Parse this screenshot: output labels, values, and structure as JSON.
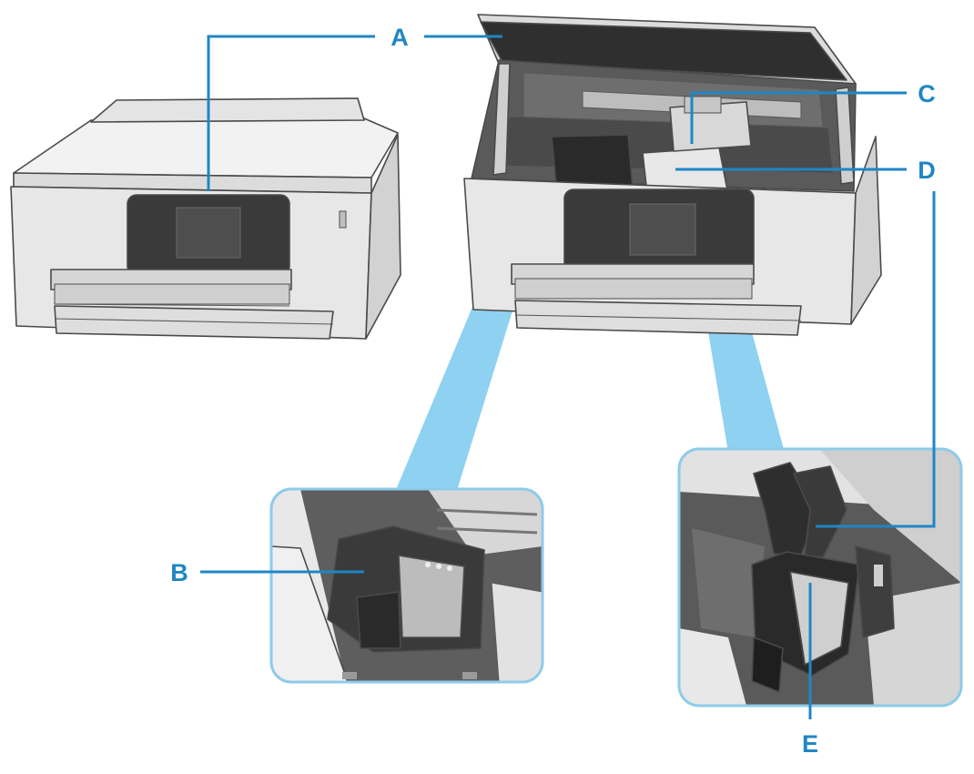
{
  "figure": {
    "callouts": [
      {
        "id": "A",
        "label": "A"
      },
      {
        "id": "B",
        "label": "B"
      },
      {
        "id": "C",
        "label": "C"
      },
      {
        "id": "D",
        "label": "D"
      },
      {
        "id": "E",
        "label": "E"
      }
    ],
    "colors": {
      "callout": "#1f86c5",
      "zoom_beam": "#8fd1f0",
      "inset_border": "#8ecbea",
      "printer_body": "#e6e6e6",
      "panel": "#3a3a3a"
    }
  }
}
